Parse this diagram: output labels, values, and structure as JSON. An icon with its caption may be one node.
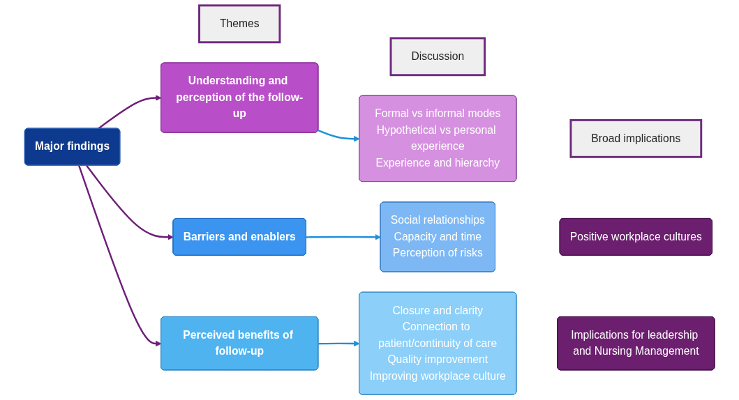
{
  "diagram": {
    "nodes": [
      {
        "text": [
          "Themes"
        ]
      },
      {
        "text": [
          "Discussion"
        ]
      },
      {
        "text": [
          "Broad implications"
        ]
      },
      {
        "text": [
          "Major findings"
        ]
      },
      {
        "text": [
          "Understanding and perception of the follow-up"
        ]
      },
      {
        "text": [
          "Formal vs informal modes",
          "Hypothetical vs personal experience",
          "Experience and hierarchy"
        ]
      },
      {
        "text": [
          "Barriers and enablers"
        ]
      },
      {
        "text": [
          "Social relationships",
          "Capacity and time",
          "Perception of risks"
        ]
      },
      {
        "text": [
          "Perceived benefits of follow-up"
        ]
      },
      {
        "text": [
          "Closure and clarity",
          "Connection to patient/continuity of care",
          "Quality improvement",
          "Improving workplace culture"
        ]
      },
      {
        "text": [
          "Positive workplace cultures"
        ]
      },
      {
        "text": [
          "Implications for leadership and Nursing Management"
        ]
      }
    ],
    "edges": [
      {
        "from": 3,
        "to": 4,
        "arrow": "to",
        "color": "#6e1f78"
      },
      {
        "from": 3,
        "to": 6,
        "arrow": "to",
        "color": "#6e1f78"
      },
      {
        "from": 3,
        "to": 8,
        "arrow": "to",
        "color": "#6e1f78"
      },
      {
        "from": 4,
        "to": 5,
        "arrow": "to",
        "color": "#1e90d8"
      },
      {
        "from": 6,
        "to": 7,
        "arrow": "to",
        "color": "#1e90d8"
      },
      {
        "from": 8,
        "to": 9,
        "arrow": "to",
        "color": "#1e90d8"
      }
    ]
  }
}
